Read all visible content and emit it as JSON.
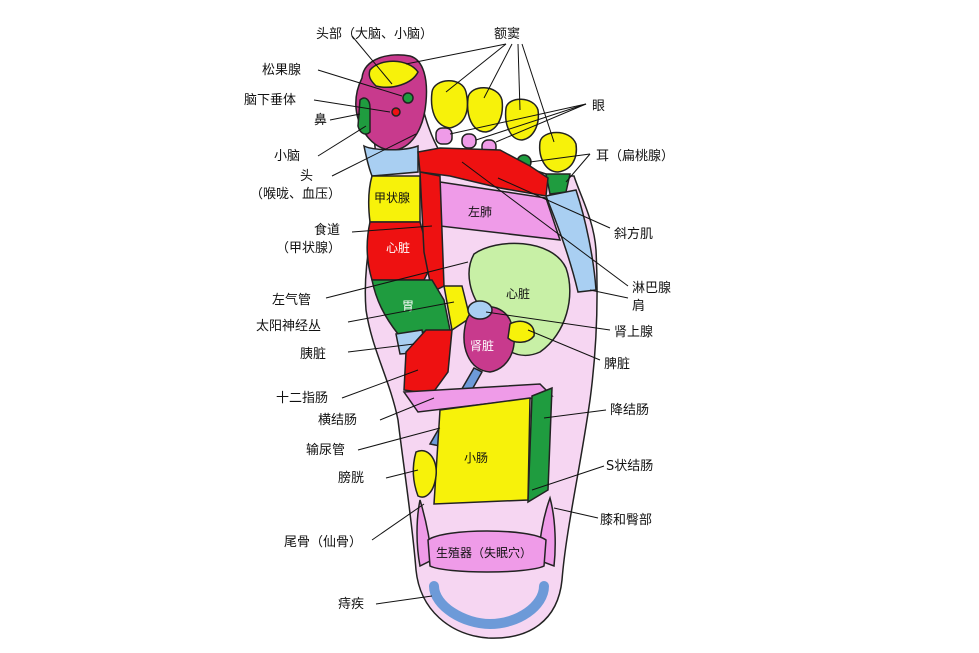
{
  "colors": {
    "outline": "#222222",
    "sole": "#f6d6f2",
    "pink": "#ef9be8",
    "magenta": "#c83a8d",
    "red": "#ee1111",
    "yellow": "#f7f20a",
    "green": "#1f9c3f",
    "lightgreen": "#c8f0a6",
    "lightblue": "#a9cff2",
    "blue": "#6d9ad8",
    "white": "#ffffff"
  },
  "labels": {
    "head": "头部（大脑、小脑）",
    "sinus": "额窦",
    "pineal": "松果腺",
    "pituitary": "脑下垂体",
    "nose": "鼻",
    "eye": "眼",
    "cerebellum": "小脑",
    "ear": "耳（扁桃腺）",
    "head2_a": "头",
    "head2_b": "（喉咙、血压）",
    "trapezius": "斜方肌",
    "esophagus_a": "食道",
    "esophagus_b": "（甲状腺）",
    "lymph": "淋巴腺",
    "shoulder": "肩",
    "trachea": "左气管",
    "solar_plexus": "太阳神经丛",
    "adrenal": "肾上腺",
    "pancreas": "胰脏",
    "spleen": "脾脏",
    "duodenum": "十二指肠",
    "transverse_colon": "横结肠",
    "descending_colon": "降结肠",
    "ureter": "输尿管",
    "sigmoid": "S状结肠",
    "bladder": "膀胱",
    "knee_hip": "膝和臀部",
    "coccyx": "尾骨（仙骨）",
    "hemorrhoids": "痔疾"
  },
  "zones": {
    "thyroid": "甲状腺",
    "left_lung": "左肺",
    "heart_left": "心脏",
    "heart_right": "心脏",
    "stomach": "胃",
    "kidney": "肾脏",
    "small_intestine": "小肠",
    "reproductive": "生殖器（失眠穴）"
  }
}
